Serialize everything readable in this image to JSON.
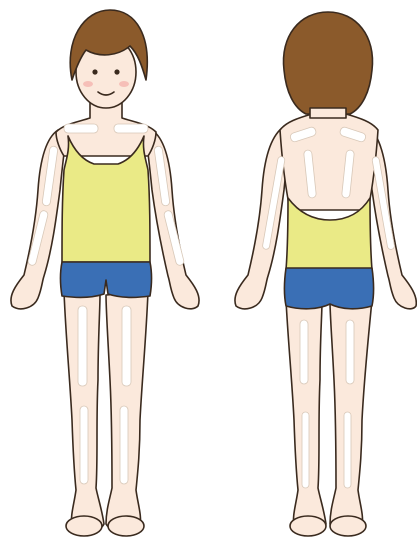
{
  "colors": {
    "skin": "#fbe9dc",
    "hair": "#8b5a2b",
    "top": "#eaea86",
    "shorts": "#3a6fb5",
    "outline": "#3a2a1e",
    "strip": "#ffffff",
    "blush": "#f4a3a0"
  },
  "figures": [
    {
      "view": "front",
      "icon": "woman-front-view"
    },
    {
      "view": "back",
      "icon": "woman-back-view"
    }
  ]
}
